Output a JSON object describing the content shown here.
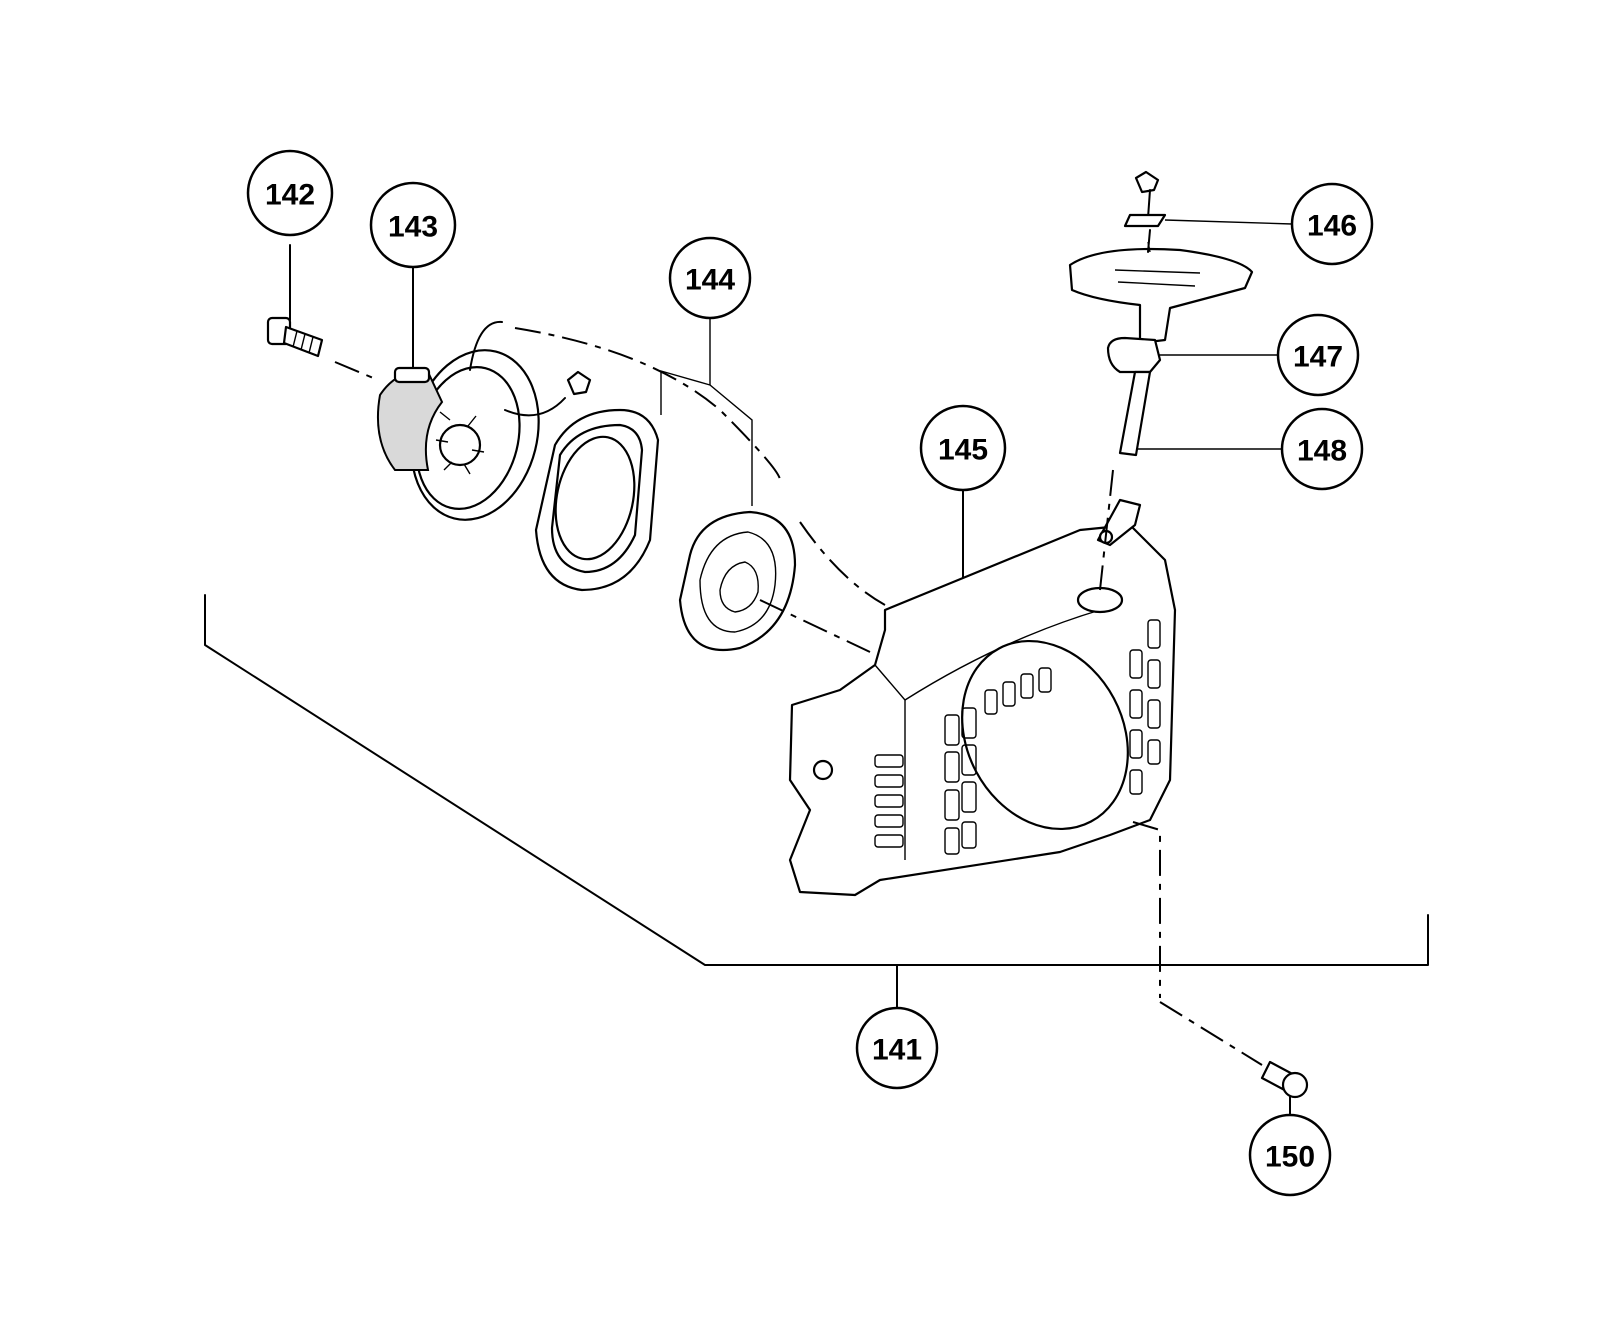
{
  "callouts": [
    {
      "id": "141",
      "label": "141"
    },
    {
      "id": "142",
      "label": "142"
    },
    {
      "id": "143",
      "label": "143"
    },
    {
      "id": "144",
      "label": "144"
    },
    {
      "id": "145",
      "label": "145"
    },
    {
      "id": "146",
      "label": "146"
    },
    {
      "id": "147",
      "label": "147"
    },
    {
      "id": "148",
      "label": "148"
    },
    {
      "id": "150",
      "label": "150"
    }
  ]
}
